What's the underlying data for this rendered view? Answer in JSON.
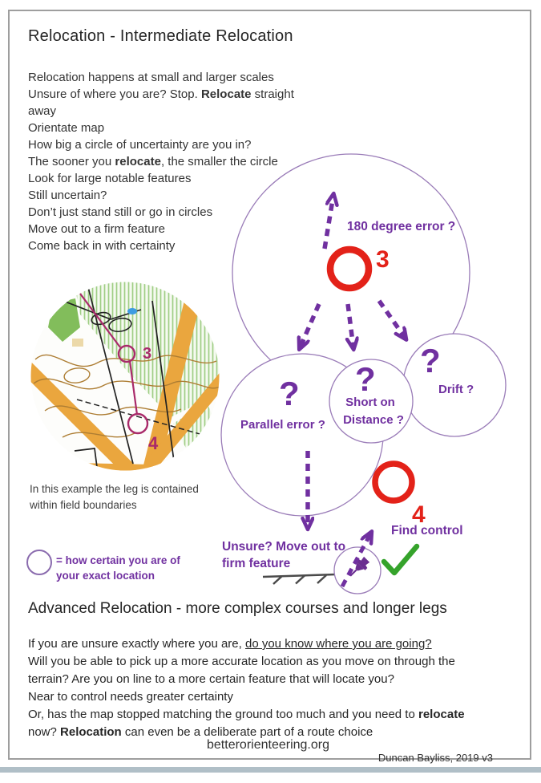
{
  "page": {
    "title": "Relocation - Intermediate Relocation",
    "footer_site": "betterorienteering.org",
    "footer_credit": "Duncan Bayliss, 2019 v3"
  },
  "intro": {
    "lines": [
      [
        {
          "t": "Relocation happens at small and larger scales"
        }
      ],
      [
        {
          "t": "Unsure of where you are?  Stop.  "
        },
        {
          "t": "Relocate",
          "b": 1
        },
        {
          "t": " straight"
        }
      ],
      [
        {
          "t": "away"
        }
      ],
      [
        {
          "t": "Orientate map"
        }
      ],
      [
        {
          "t": "How big a circle of uncertainty are you in?"
        }
      ],
      [
        {
          "t": "The sooner you "
        },
        {
          "t": "relocate",
          "b": 1
        },
        {
          "t": ", the smaller the circle"
        }
      ],
      [
        {
          "t": "Look for large notable features"
        }
      ],
      [
        {
          "t": "Still uncertain?"
        }
      ],
      [
        {
          "t": "Don’t just stand still or go in circles"
        }
      ],
      [
        {
          "t": "Move out to a firm feature"
        }
      ],
      [
        {
          "t": "Come back in with certainty"
        }
      ]
    ]
  },
  "diagram": {
    "deg_error_label": "180 degree error ?",
    "control3_label": "3",
    "control4_label": "4",
    "question_mark": "?",
    "parallel_label": "Parallel error ?",
    "short_label_line1": "Short on",
    "short_label_line2": "Distance ?",
    "drift_label": "Drift ?",
    "find_control_label": "Find control",
    "unsure_label_line1": "Unsure? Move out to",
    "unsure_label_line2": "firm feature",
    "colors": {
      "purple_text": "#7030A0",
      "circle_outline": "#9a7cb8",
      "control_red": "#E32219",
      "check_green": "#35A32B",
      "pin_purple": "#6b2e91"
    }
  },
  "map": {
    "control3_label": "3",
    "control4_label": "4",
    "caption_lines": [
      [
        {
          "t": "In this example the leg is contained"
        }
      ],
      [
        {
          "t": "within field boundaries"
        }
      ]
    ],
    "colors": {
      "course_magenta": "#a92a6a",
      "open_orange": "#eaa63e",
      "vegetation_green": "#9fce85",
      "contour_brown": "#ad7d33",
      "pond_blue": "#3e9ce2"
    }
  },
  "legend": {
    "lines": [
      [
        {
          "t": "= how certain you are of"
        }
      ],
      [
        {
          "t": "your exact location"
        }
      ]
    ]
  },
  "advanced": {
    "heading": "Advanced Relocation - more complex courses and longer legs",
    "lines": [
      [
        {
          "t": "If you are unsure exactly where you are, "
        },
        {
          "t": "do you know where you are going?",
          "u": 1
        }
      ],
      [
        {
          "t": "Will you be able to pick up a more accurate location as you move on through the"
        }
      ],
      [
        {
          "t": "terrain?  Are you on line to a more certain feature that will locate you?"
        }
      ],
      [
        {
          "t": "Near to control needs greater certainty"
        }
      ],
      [
        {
          "t": "Or, has the map stopped matching the ground too much and you need to "
        },
        {
          "t": "relocate",
          "b": 1
        }
      ],
      [
        {
          "t": "now?  "
        },
        {
          "t": "Relocation",
          "b": 1
        },
        {
          "t": " can even be a deliberate part of a route choice"
        }
      ]
    ]
  }
}
